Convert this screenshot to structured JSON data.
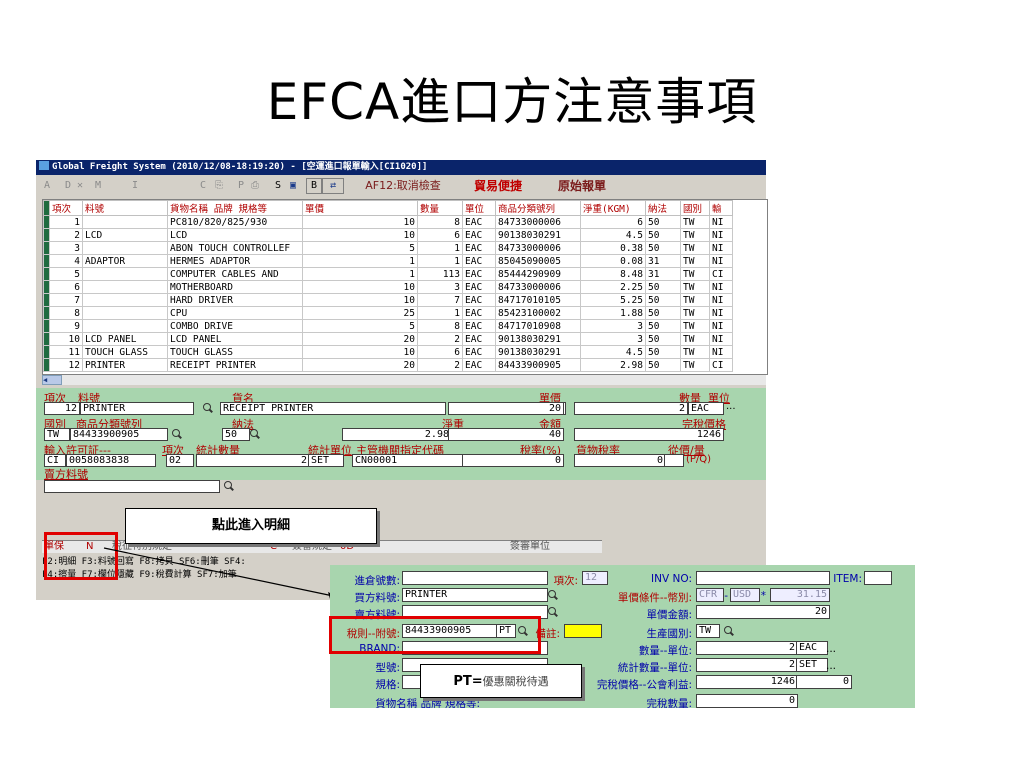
{
  "slide": {
    "title": "EFCA進口方注意事項"
  },
  "window": {
    "title": "Global Freight System (2010/12/08-18:19:20) - [空運進口報單輸入[CI1020]]"
  },
  "toolbar": {
    "a": "A",
    "d": "D",
    "x": "✕",
    "m": "M",
    "i": "I",
    "c": "C",
    "p": "P",
    "s": "S",
    "b": "B",
    "af12": "AF12:取消檢查",
    "trade": "貿易便捷",
    "original": "原始報單"
  },
  "grid": {
    "headers": [
      "項次",
      "料號",
      "貨物名稱 品牌 規格等",
      "單價",
      "數量",
      "單位",
      "商品分類號列",
      "淨重(KGM)",
      "納法",
      "國別",
      "輸"
    ],
    "rows": [
      [
        "1",
        "",
        "PC810/820/825/930",
        "10",
        "8",
        "EAC",
        "84733000006",
        "6",
        "50",
        "TW",
        "NI"
      ],
      [
        "2",
        "LCD",
        "LCD",
        "10",
        "6",
        "EAC",
        "90138030291",
        "4.5",
        "50",
        "TW",
        "NI"
      ],
      [
        "3",
        "",
        "ABON TOUCH CONTROLLEF",
        "5",
        "1",
        "EAC",
        "84733000006",
        "0.38",
        "50",
        "TW",
        "NI"
      ],
      [
        "4",
        "ADAPTOR",
        "HERMES ADAPTOR",
        "1",
        "1",
        "EAC",
        "85045090005",
        "0.08",
        "31",
        "TW",
        "NI"
      ],
      [
        "5",
        "",
        "COMPUTER CABLES AND",
        "1",
        "113",
        "EAC",
        "85444290909",
        "8.48",
        "31",
        "TW",
        "CI"
      ],
      [
        "6",
        "",
        "MOTHERBOARD",
        "10",
        "3",
        "EAC",
        "84733000006",
        "2.25",
        "50",
        "TW",
        "NI"
      ],
      [
        "7",
        "",
        "HARD DRIVER",
        "10",
        "7",
        "EAC",
        "84717010105",
        "5.25",
        "50",
        "TW",
        "NI"
      ],
      [
        "8",
        "",
        "CPU",
        "25",
        "1",
        "EAC",
        "85423100002",
        "1.88",
        "50",
        "TW",
        "NI"
      ],
      [
        "9",
        "",
        "COMBO DRIVE",
        "5",
        "8",
        "EAC",
        "84717010908",
        "3",
        "50",
        "TW",
        "NI"
      ],
      [
        "10",
        "LCD PANEL",
        "LCD PANEL",
        "20",
        "2",
        "EAC",
        "90138030291",
        "3",
        "50",
        "TW",
        "NI"
      ],
      [
        "11",
        "TOUCH GLASS",
        "TOUCH GLASS",
        "10",
        "6",
        "EAC",
        "90138030291",
        "4.5",
        "50",
        "TW",
        "NI"
      ],
      [
        "12",
        "PRINTER",
        "RECEIPT PRINTER",
        "20",
        "2",
        "EAC",
        "84433900905",
        "2.98",
        "50",
        "TW",
        "CI"
      ]
    ]
  },
  "form": {
    "item_no_label": "項次",
    "part_no_label": "料號",
    "goods_label": "貨名",
    "unit_price_label": "單價",
    "qty_label": "數量",
    "unit_label": "單位",
    "item_no": "12",
    "part_no": "PRINTER",
    "goods": "RECEIPT PRINTER",
    "unit_price": "20",
    "qty": "2",
    "unit": "EAC",
    "ellipsis": "...",
    "country_label": "國別",
    "hs_label": "商品分類號列",
    "tax_method_label": "納法",
    "net_weight_label": "淨重",
    "amount_label": "金額",
    "duty_value_label": "完稅價格",
    "country": "TW",
    "hs_code": "84433900905",
    "tax_method": "50",
    "net_weight": "2.98",
    "amount": "40",
    "duty_value": "1246",
    "permit_label": "輸入許可証---",
    "item_seq_label": "項次",
    "stat_qty_label": "統計數量",
    "stat_unit_label": "統計單位",
    "authority_label": "主管機關指定代碼",
    "tax_rate_label": "稅率(%)",
    "commodity_tax_label": "貨物稅率",
    "ad_val_label": "從價/量",
    "permit_type": "CI",
    "permit_no": "0058083838",
    "item_seq": "02",
    "stat_qty": "2",
    "stat_unit": "SET",
    "authority": "CN00001",
    "tax_rate": "0",
    "commodity_tax": "0",
    "pq": "(P/Q)",
    "buyer_part_label": "賣方料號"
  },
  "lower": {
    "tab1": "單保",
    "tab1_flag": "N",
    "tab2": "稅征特別規定",
    "tab3": "C",
    "tab4": "簽審規定",
    "tab4_code": "0D",
    "tab5": "簽審單位",
    "fkeys_line1": "F2:明細 F3:料號回寫 F8:拷貝 SF6:刪筆 SF4:",
    "fkeys_line2": "F4:擦量 F7:欄位隱藏 F9:稅費計算 SF7:加筆"
  },
  "callout": {
    "text": "點此進入明細"
  },
  "pt_callout": {
    "bold": "PT",
    "eq": "=",
    "text": "優惠關稅待遇"
  },
  "detail": {
    "warehouse_label": "進倉號數:",
    "item_label": "項次:",
    "item": "12",
    "inv_label": "INV NO:",
    "itemno_label": "ITEM:",
    "buyer_part_label": "買方料號:",
    "buyer_part": "PRINTER",
    "terms_label": "單價條件--幣別:",
    "terms": "CFR",
    "currency": "USD",
    "rate_sep": "*",
    "rate": "31.15",
    "seller_part_label": "賣方料號:",
    "unit_amount_label": "單價金額:",
    "unit_amount": "20",
    "tariff_label": "稅則--附號:",
    "tariff": "84433900905",
    "suffix": "PT",
    "remark_label": "備註:",
    "origin_label": "生產國別:",
    "origin": "TW",
    "brand_label": "BRAND:",
    "qty_unit_label": "數量--單位:",
    "qty": "2",
    "qty_unit": "EAC",
    "ellipsis": "...",
    "model_label": "型號:",
    "stat_label": "統計數量--單位:",
    "stat_qty": "2",
    "stat_unit": "SET",
    "spec_label": "規格:",
    "duty_label": "完稅價格--公會利益:",
    "duty": "1246",
    "union": "0",
    "goods_label": "貨物名稱 品牌 規格等:",
    "tax_qty_label": "完稅數量:",
    "tax_qty": "0"
  }
}
